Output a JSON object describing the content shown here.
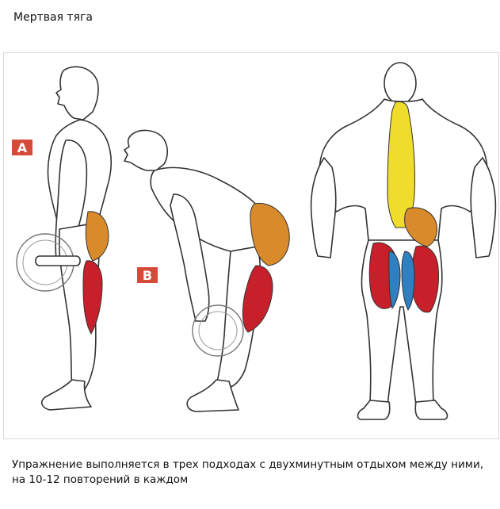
{
  "page": {
    "title": "Мертвая тяга",
    "caption": "Упражнение выполняется в трех подходах с двухминутным отдыхом между ними, на 10-12 повторений в каждом"
  },
  "figure": {
    "label_a": "A",
    "label_b": "B",
    "colors": {
      "glutes": "#d98a2a",
      "hamstrings": "#c8202a",
      "adductors": "#2f7fc1",
      "lower_back": "#f0dc2a",
      "badge": "#d64a3a",
      "outline": "#333333"
    }
  }
}
